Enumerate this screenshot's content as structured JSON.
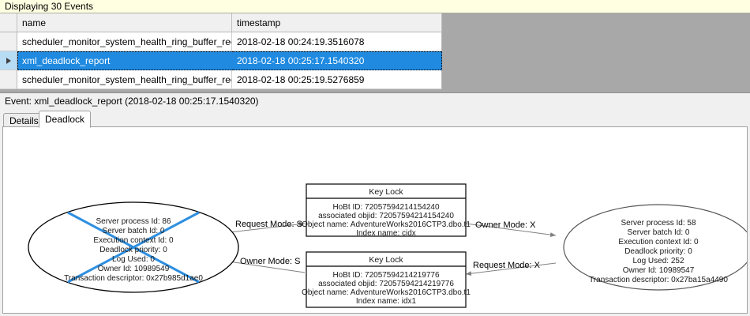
{
  "events_grid": {
    "status_text": "Displaying 30 Events",
    "columns": [
      "name",
      "timestamp"
    ],
    "rows": [
      {
        "selected": false,
        "name": "scheduler_monitor_system_health_ring_buffer_recorded",
        "timestamp": "2018-02-18 00:24:19.3516078"
      },
      {
        "selected": true,
        "name": "xml_deadlock_report",
        "timestamp": "2018-02-18 00:25:17.1540320"
      },
      {
        "selected": false,
        "name": "scheduler_monitor_system_health_ring_buffer_recorded",
        "timestamp": "2018-02-18 00:25:19.5276859"
      }
    ]
  },
  "event_header": {
    "text": "Event: xml_deadlock_report (2018-02-18 00:25:17.1540320)"
  },
  "tabs": [
    {
      "label": "Details",
      "active": false
    },
    {
      "label": "Deadlock",
      "active": true
    }
  ],
  "deadlock_graph": {
    "victim_process": {
      "is_victim": true,
      "lines": [
        "Server process Id: 86",
        "Server batch Id: 0",
        "Execution context Id: 0",
        "Deadlock priority: 0",
        "Log Used: 0",
        "Owner Id: 10989549",
        "Transaction descriptor: 0x27b985d1ae0"
      ]
    },
    "surviving_process": {
      "is_victim": false,
      "lines": [
        "Server process Id: 58",
        "Server batch Id: 0",
        "Execution context Id: 0",
        "Deadlock priority: 0",
        "Log Used: 252",
        "Owner Id: 10989547",
        "Transaction descriptor: 0x27ba15a4490"
      ]
    },
    "resources": [
      {
        "title": "Key Lock",
        "lines": [
          "HoBt ID: 72057594214154240",
          "associated objid: 72057594214154240",
          "Object name: AdventureWorks2016CTP3.dbo.t1",
          "Index name: cidx"
        ]
      },
      {
        "title": "Key Lock",
        "lines": [
          "HoBt ID: 72057594214219776",
          "associated objid: 72057594214219776",
          "Object name: AdventureWorks2016CTP3.dbo.t1",
          "Index name: idx1"
        ]
      }
    ],
    "edges": [
      {
        "label": "Request Mode: S",
        "from": "victim-process",
        "to": "key-lock-top"
      },
      {
        "label": "Owner Mode: X",
        "from": "key-lock-top",
        "to": "surviving-process"
      },
      {
        "label": "Owner Mode: S",
        "from": "key-lock-bottom",
        "to": "victim-process"
      },
      {
        "label": "Request Mode: X",
        "from": "surviving-process",
        "to": "key-lock-bottom"
      }
    ],
    "colors": {
      "victim_cross": "#2e8fe0",
      "node_stroke": "#000000",
      "edge_stroke": "#808080",
      "canvas": "#ffffff"
    }
  }
}
